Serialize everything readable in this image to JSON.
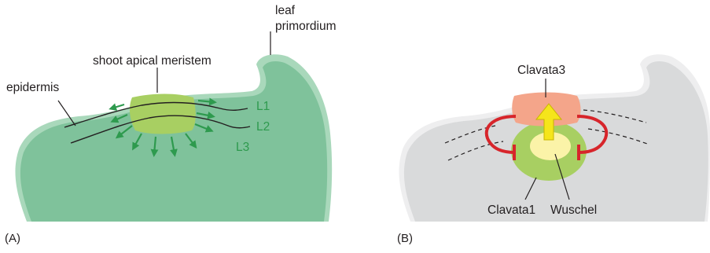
{
  "panel_a": {
    "tag": "(A)",
    "labels": {
      "leaf_line1": "leaf",
      "leaf_line2": "primordium",
      "meristem": "shoot apical meristem",
      "epidermis": "epidermis",
      "l1": "L1",
      "l2": "L2",
      "l3": "L3"
    }
  },
  "panel_b": {
    "tag": "(B)",
    "labels": {
      "clavata3": "Clavata3",
      "clavata1": "Clavata1",
      "wuschel": "Wuschel"
    }
  },
  "colors": {
    "tissue_green": "#7fc29b",
    "tissue_green_edge": "#6db58c",
    "meristem_zone": "#a8cf62",
    "arrow_green": "#2e9a4e",
    "tissue_grey": "#d9dadb",
    "tissue_grey_edge": "#bfc1c3",
    "clavata3_zone": "#f4a58a",
    "clavata1_zone": "#a8cf62",
    "wuschel_zone": "#fbf3a8",
    "inhibit_red": "#d7252b",
    "signal_yellow": "#f5e51b"
  }
}
